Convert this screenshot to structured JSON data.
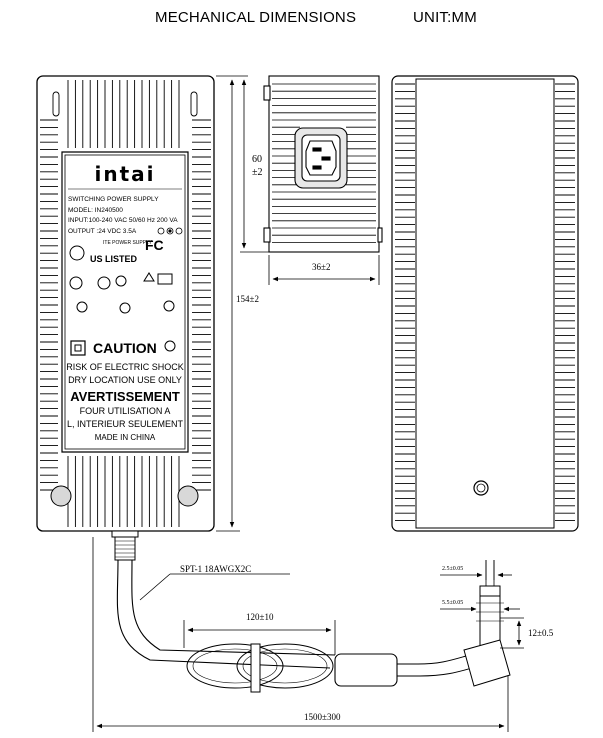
{
  "title": "MECHANICAL DIMENSIONS",
  "unit": "UNIT:MM",
  "dimensions": {
    "height": "154±2",
    "connector_height_value": "60",
    "connector_height_tol": "±2",
    "width": "36±2",
    "cable_tie_length": "120±10",
    "cable_length": "1500±300",
    "plug_length": "12±0.5",
    "plug_inner": "2.5±0.05",
    "plug_outer": "5.5±0.05"
  },
  "cable_spec": "SPT-1 18AWGX2C",
  "label": {
    "brand": "intai",
    "lines": [
      "SWITCHING POWER SUPPLY",
      "MODEL: IN240500",
      "INPUT:100-240 VAC 50/60 Hz 200 VA",
      "OUTPUT   :24 VDC 3.5A"
    ],
    "ul_listed": "US LISTED",
    "ite_text": "ITE POWER SUPPLY",
    "fcc": "FC",
    "caution": "CAUTION",
    "warnings": [
      "RISK OF ELECTRIC SHOCK",
      "DRY LOCATION USE ONLY"
    ],
    "avertissement": "AVERTISSEMENT",
    "warnings_fr": [
      "FOUR UTILISATION A",
      "L, INTERIEUR SEULEMENT",
      "MADE IN CHINA"
    ]
  }
}
